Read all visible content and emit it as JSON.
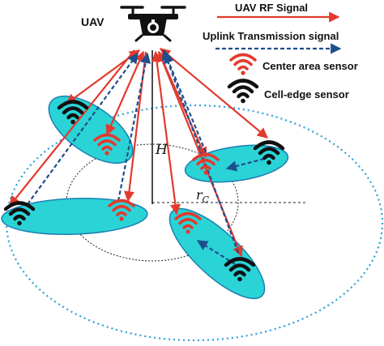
{
  "labels": {
    "uav": "UAV",
    "height": "H",
    "radius": "r",
    "radius_sub": "C"
  },
  "legend": {
    "rf_signal": "UAV RF Signal",
    "uplink": "Uplink Transmission signal",
    "center_sensor": "Center area sensor",
    "edge_sensor": "Cell-edge sensor"
  },
  "colors": {
    "rf_line": "#e23a2e",
    "uplink_line": "#1f4e8c",
    "cluster_fill": "#2ad3d6",
    "cluster_stroke": "#1b7fb0",
    "outer_circle": "#2a9fd6",
    "center_sensor": "#e23a2e",
    "edge_sensor": "#111111"
  },
  "icons": {
    "uav": "drone-icon",
    "center_sensor": "wifi-icon-red",
    "edge_sensor": "wifi-icon-black"
  }
}
